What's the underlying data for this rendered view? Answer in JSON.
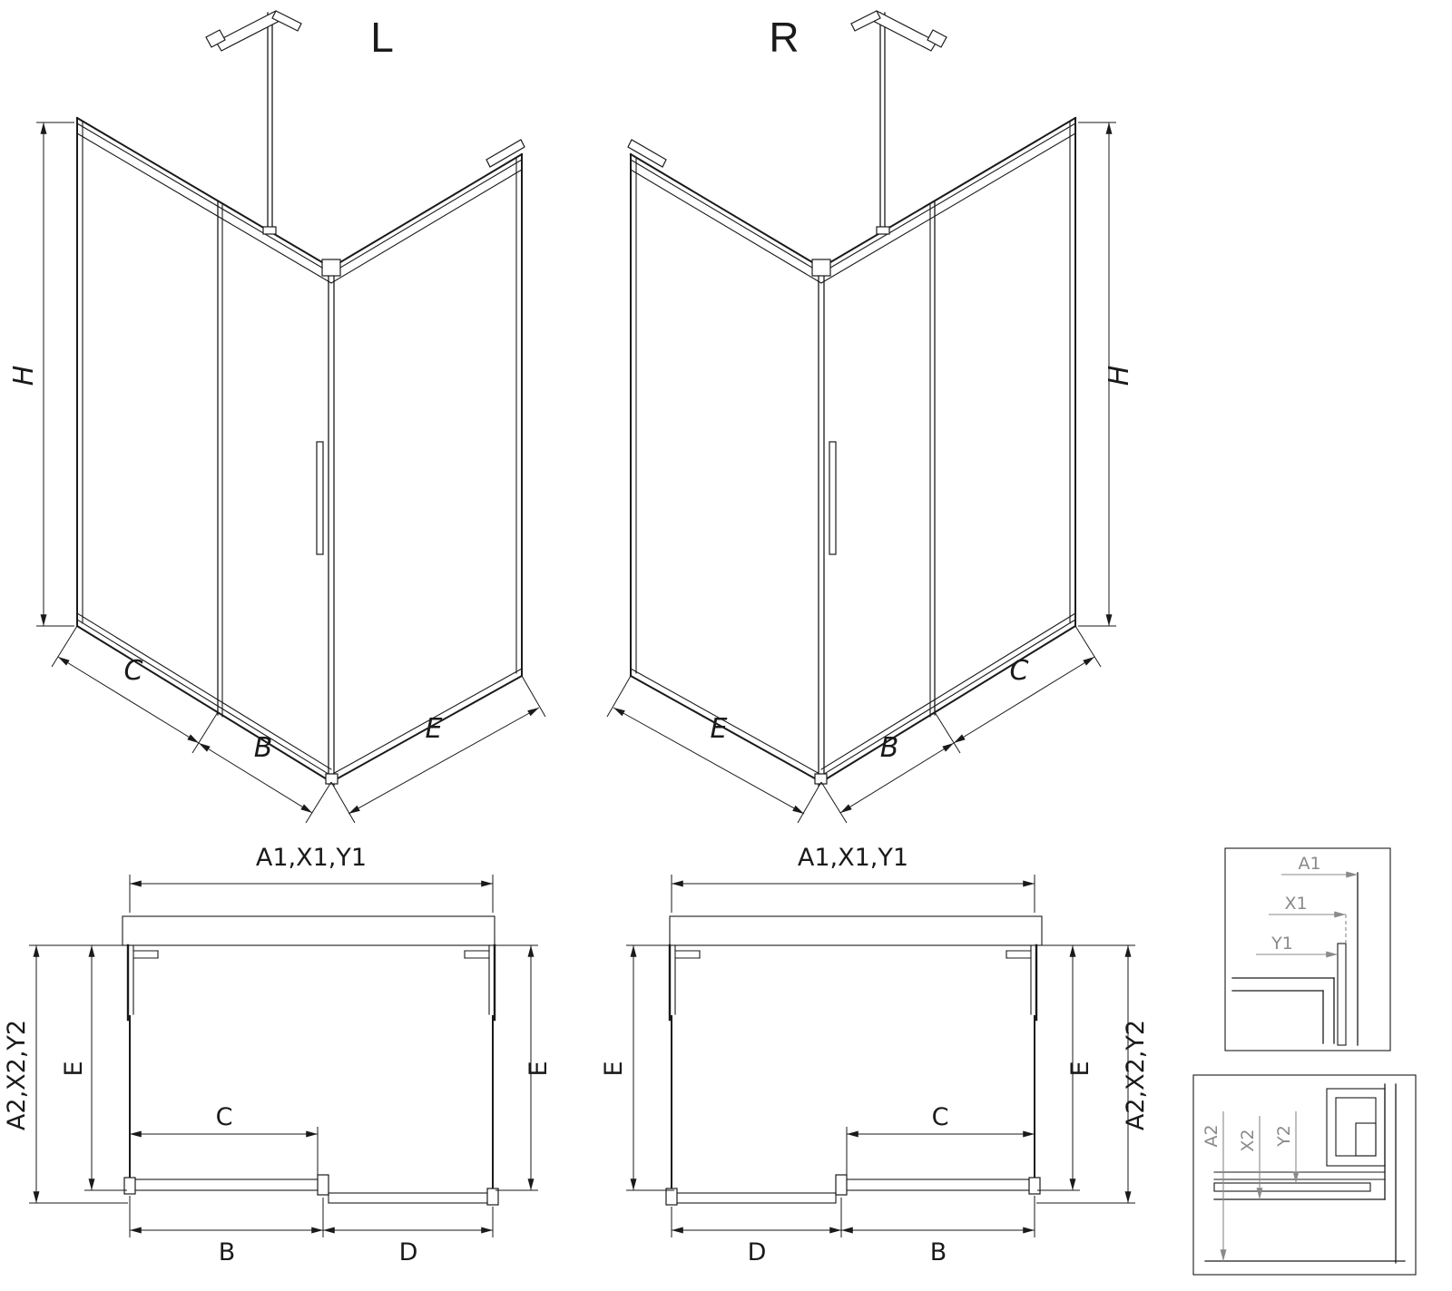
{
  "colors": {
    "line": "#1a1a1a",
    "callout": "#8a8a8a",
    "background": "#ffffff"
  },
  "iso_left": {
    "title": "L",
    "dim_height": "H",
    "dim_c": "C",
    "dim_b": "B",
    "dim_e": "E"
  },
  "iso_right": {
    "title": "R",
    "dim_height": "H",
    "dim_c": "C",
    "dim_b": "B",
    "dim_e": "E"
  },
  "plan_left": {
    "dim_width_top": "A1,X1,Y1",
    "dim_depth_side": "A2,X2,Y2",
    "dim_e_left": "E",
    "dim_e_right": "E",
    "dim_c": "C",
    "dim_b": "B",
    "dim_d": "D"
  },
  "plan_right": {
    "dim_width_top": "A1,X1,Y1",
    "dim_depth_side": "A2,X2,Y2",
    "dim_e_left": "E",
    "dim_e_right": "E",
    "dim_c": "C",
    "dim_b": "B",
    "dim_d": "D"
  },
  "detail_top": {
    "dim_a1": "A1",
    "dim_x1": "X1",
    "dim_y1": "Y1"
  },
  "detail_bottom": {
    "dim_a2": "A2",
    "dim_x2": "X2",
    "dim_y2": "Y2"
  }
}
